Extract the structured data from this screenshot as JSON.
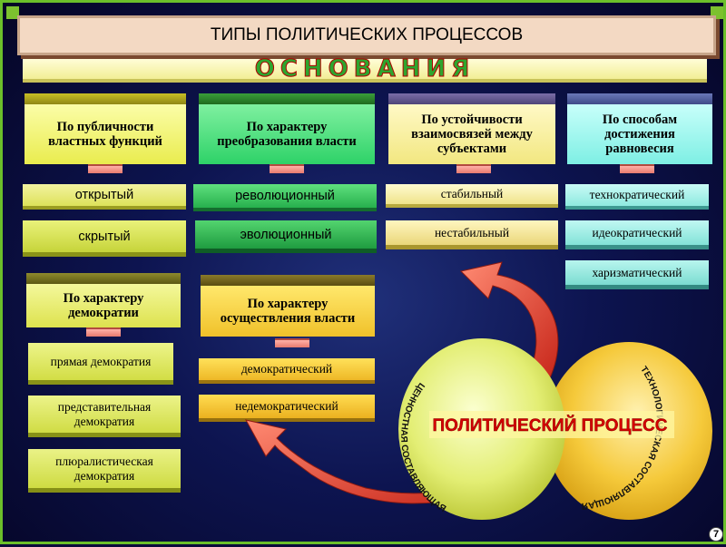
{
  "title": "ТИПЫ ПОЛИТИЧЕСКИХ ПРОЦЕССОВ",
  "banner": "ОСНОВАНИЯ",
  "criteria": [
    {
      "label": "По публичности властных функций",
      "items": [
        "открытый",
        "скрытый"
      ]
    },
    {
      "label": "По характеру преобразования власти",
      "items": [
        "революционный",
        "эволюционный"
      ]
    },
    {
      "label": "По устойчивости взаимосвязей между субъектами",
      "items": [
        "стабильный",
        "нестабильный"
      ]
    },
    {
      "label": "По способам достижения равновесия",
      "items": [
        "технократический",
        "идеократический",
        "харизматический"
      ]
    },
    {
      "label": "По характеру демократии",
      "items": [
        "прямая демократия",
        "представительная демократия",
        "плюралистическая демократия"
      ]
    },
    {
      "label": "По характеру осуществления власти",
      "items": [
        "демократический",
        "недемократический"
      ]
    }
  ],
  "center": {
    "title": "ПОЛИТИЧЕСКИЙ ПРОЦЕСС",
    "left_arc": "ЦЕННОСТНАЯ СОСТАВЛЯЮЩАЯ",
    "right_arc": "ТЕХНОЛОГИЧЕСКАЯ СОСТАВЛЯЮЩАЯ"
  },
  "page_number": "7",
  "colors": {
    "frame": "#6bbf2a",
    "background": "#0d1450",
    "title_text": "#cc0000",
    "left_circle": "#e6f27a",
    "right_circle": "#f6cc3a",
    "arrow": "#e63b2e"
  }
}
